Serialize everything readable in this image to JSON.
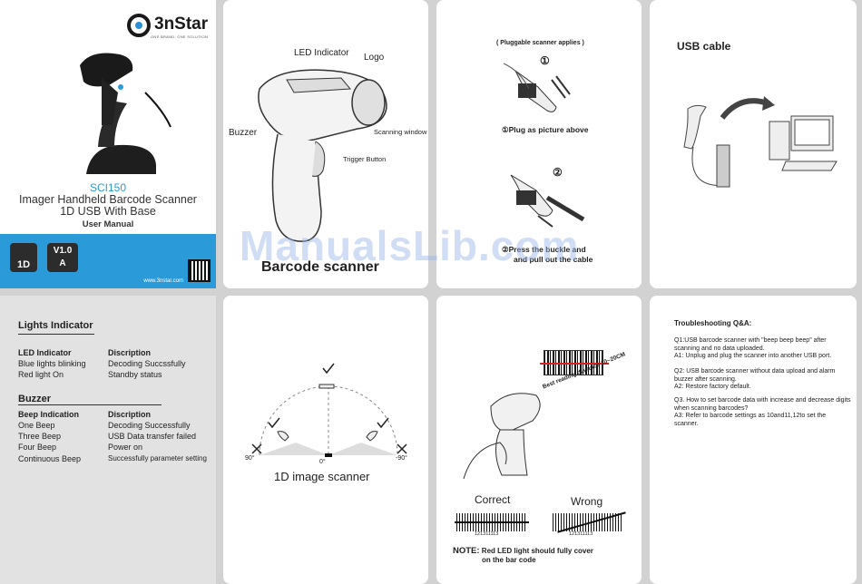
{
  "cover": {
    "brand": "3nStar",
    "brand_tagline": "ONE BRAND, ONE SOLUTION",
    "model": "SCI150",
    "title_line1": "Imager Handheld Barcode Scanner",
    "title_line2": "1D USB With Base",
    "subtitle": "User Manual",
    "badge_type": "1D",
    "badge_version": "V1.0",
    "badge_rev": "A",
    "url": "www.3nstar.com"
  },
  "scanner_diagram": {
    "led_indicator": "LED Indicator",
    "logo": "Logo",
    "buzzer": "Buzzer",
    "scanning_window": "Scanning window",
    "trigger_button": "Trigger Button",
    "caption": "Barcode scanner"
  },
  "plug_panel": {
    "note": "( Pluggable scanner applies )",
    "step1_num": "①",
    "step1_caption": "Plug as picture above",
    "step2_num": "②",
    "step2_caption_line1": "Press the buckle and",
    "step2_caption_line2": "and pull out the cable"
  },
  "usb_panel": {
    "title": "USB cable"
  },
  "lights": {
    "title": "Lights Indicator",
    "col1": "LED Indicator",
    "col2": "Discription",
    "rows": [
      {
        "a": "Blue lights blinking",
        "b": "Decoding Succssfully"
      },
      {
        "a": "Red light On",
        "b": "Standby status"
      }
    ]
  },
  "buzzer": {
    "title": "Buzzer",
    "col1": "Beep Indication",
    "col2": "Discription",
    "rows": [
      {
        "a": "One Beep",
        "b": "Decoding Successfully"
      },
      {
        "a": "Three Beep",
        "b": "USB Data transfer failed"
      },
      {
        "a": "Four Beep",
        "b": "Power on"
      },
      {
        "a": "Continuous Beep",
        "b": "Successfully parameter setting"
      }
    ]
  },
  "angle_panel": {
    "caption": "1D image scanner",
    "left_deg": "90°",
    "center_deg": "0°",
    "right_deg": "-90°"
  },
  "distance_panel": {
    "distance_label": "Best reading distance 10~20CM",
    "barcode_number": "121311113",
    "correct": "Correct",
    "wrong": "Wrong",
    "note_label": "NOTE:",
    "note_line1": "Red LED light should fully cover",
    "note_line2": "on the bar code"
  },
  "troubleshooting": {
    "title": "Troubleshooting Q&A:",
    "items": [
      {
        "q": "Q1:USB barcode scanner with \"beep beep beep\" after scanning and no data uploaded.",
        "a": "A1: Unplug and plug the scanner into another USB port."
      },
      {
        "q": "Q2: USB barcode scanner without data upload and alarm buzzer after scanning.",
        "a": "A2: Restore factory default."
      },
      {
        "q": "Q3. How to set barcode data with increase and decrease digits when scanning barcodes?",
        "a": "A3: Refer to barcode settings as 10and11,12to set the scanner."
      }
    ]
  },
  "watermark": "ManualsLib.com"
}
